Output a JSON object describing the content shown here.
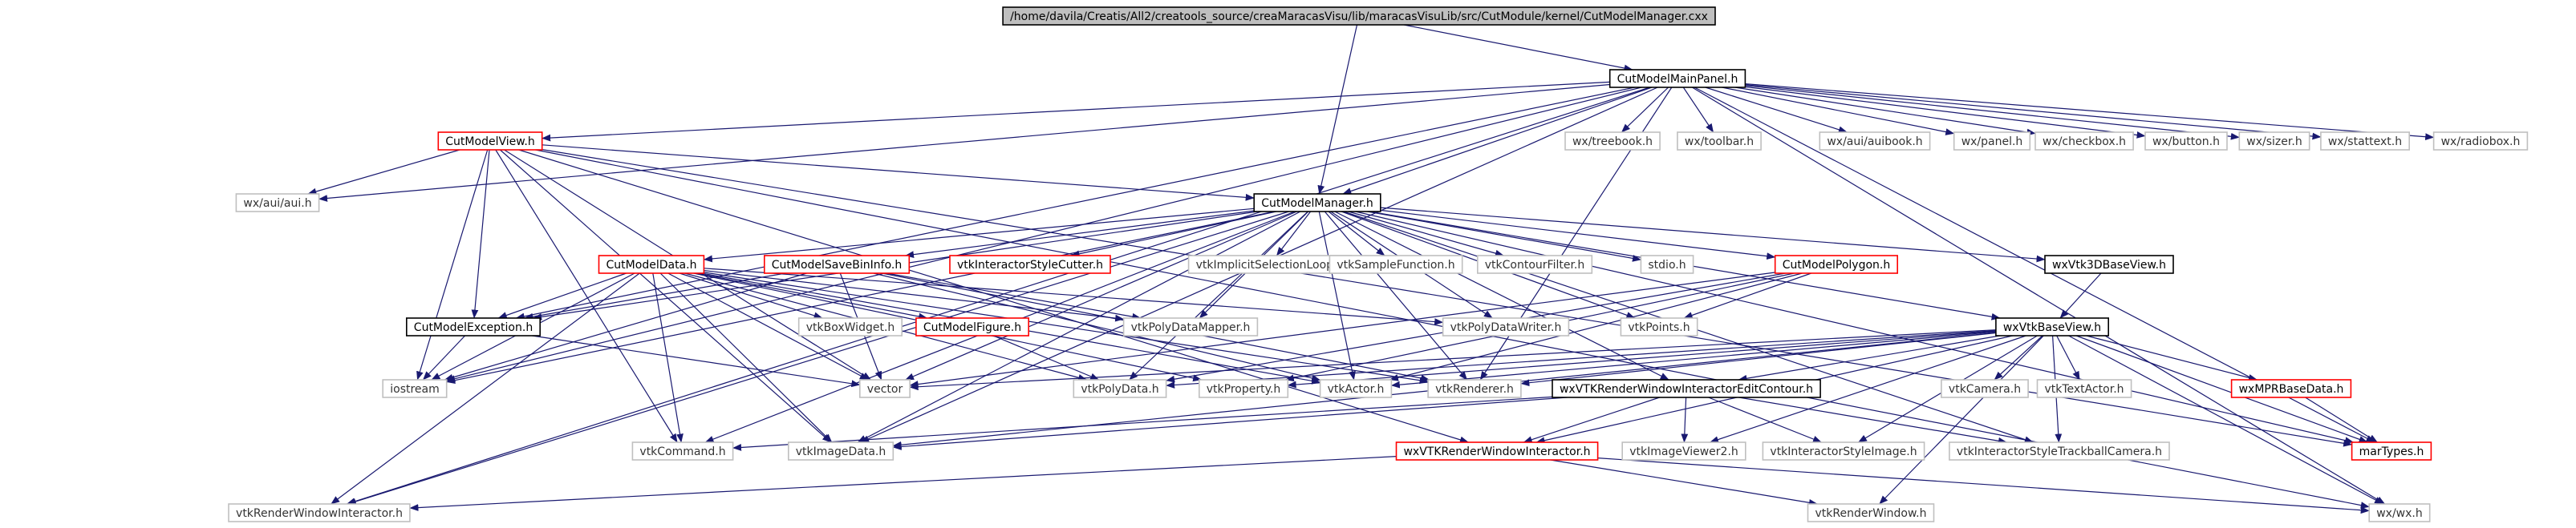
{
  "diagram": {
    "colors": {
      "edge": "#191970",
      "node_fill": "#ffffff",
      "root_fill": "#bfbfbf",
      "node_text": "#000000",
      "missing_text": "#333333",
      "border": {
        "root": "#000000",
        "documented": "#000000",
        "incomplete": "#ff0000",
        "external": "#bfbfbf"
      }
    },
    "nodes": [
      {
        "id": "root",
        "label": "/home/davila/Creatis/All2/creatools_source/creaMaracasVisu/lib/maracasVisuLib/src/CutModule/kernel/CutModelManager.cxx",
        "kind": "root"
      },
      {
        "id": "mainpanel",
        "label": "CutModelMainPanel.h",
        "kind": "documented"
      },
      {
        "id": "cmview",
        "label": "CutModelView.h",
        "kind": "incomplete"
      },
      {
        "id": "treebook",
        "label": "wx/treebook.h",
        "kind": "external"
      },
      {
        "id": "toolbar",
        "label": "wx/toolbar.h",
        "kind": "external"
      },
      {
        "id": "auibook",
        "label": "wx/aui/auibook.h",
        "kind": "external"
      },
      {
        "id": "panel",
        "label": "wx/panel.h",
        "kind": "external"
      },
      {
        "id": "checkbox",
        "label": "wx/checkbox.h",
        "kind": "external"
      },
      {
        "id": "button",
        "label": "wx/button.h",
        "kind": "external"
      },
      {
        "id": "sizer",
        "label": "wx/sizer.h",
        "kind": "external"
      },
      {
        "id": "stattext",
        "label": "wx/stattext.h",
        "kind": "external"
      },
      {
        "id": "radiobox",
        "label": "wx/radiobox.h",
        "kind": "external"
      },
      {
        "id": "aui",
        "label": "wx/aui/aui.h",
        "kind": "external"
      },
      {
        "id": "manager",
        "label": "CutModelManager.h",
        "kind": "documented"
      },
      {
        "id": "cmdata",
        "label": "CutModelData.h",
        "kind": "incomplete"
      },
      {
        "id": "savebin",
        "label": "CutModelSaveBinInfo.h",
        "kind": "incomplete"
      },
      {
        "id": "istylecutter",
        "label": "vtkInteractorStyleCutter.h",
        "kind": "incomplete"
      },
      {
        "id": "implicitsel",
        "label": "vtkImplicitSelectionLoop.h",
        "kind": "external"
      },
      {
        "id": "samplefn",
        "label": "vtkSampleFunction.h",
        "kind": "external"
      },
      {
        "id": "contour",
        "label": "vtkContourFilter.h",
        "kind": "external"
      },
      {
        "id": "stdio",
        "label": "stdio.h",
        "kind": "external"
      },
      {
        "id": "cmpolygon",
        "label": "CutModelPolygon.h",
        "kind": "incomplete"
      },
      {
        "id": "wx3d",
        "label": "wxVtk3DBaseView.h",
        "kind": "documented"
      },
      {
        "id": "cmexception",
        "label": "CutModelException.h",
        "kind": "documented"
      },
      {
        "id": "boxwidget",
        "label": "vtkBoxWidget.h",
        "kind": "external"
      },
      {
        "id": "cmfigure",
        "label": "CutModelFigure.h",
        "kind": "incomplete"
      },
      {
        "id": "pdmapper",
        "label": "vtkPolyDataMapper.h",
        "kind": "external"
      },
      {
        "id": "pdwriter",
        "label": "vtkPolyDataWriter.h",
        "kind": "external"
      },
      {
        "id": "vtkpoints",
        "label": "vtkPoints.h",
        "kind": "external"
      },
      {
        "id": "wxvtkbase",
        "label": "wxVtkBaseView.h",
        "kind": "documented"
      },
      {
        "id": "iostream",
        "label": "iostream",
        "kind": "external"
      },
      {
        "id": "vector",
        "label": "vector",
        "kind": "external"
      },
      {
        "id": "polydata",
        "label": "vtkPolyData.h",
        "kind": "external"
      },
      {
        "id": "property",
        "label": "vtkProperty.h",
        "kind": "external"
      },
      {
        "id": "actor",
        "label": "vtkActor.h",
        "kind": "external"
      },
      {
        "id": "renderer",
        "label": "vtkRenderer.h",
        "kind": "external"
      },
      {
        "id": "camera",
        "label": "vtkCamera.h",
        "kind": "external"
      },
      {
        "id": "textactor",
        "label": "vtkTextActor.h",
        "kind": "external"
      },
      {
        "id": "mprbase",
        "label": "wxMPRBaseData.h",
        "kind": "incomplete"
      },
      {
        "id": "editcontour",
        "label": "wxVTKRenderWindowInteractorEditContour.h",
        "kind": "documented"
      },
      {
        "id": "command",
        "label": "vtkCommand.h",
        "kind": "external"
      },
      {
        "id": "imagedata",
        "label": "vtkImageData.h",
        "kind": "external"
      },
      {
        "id": "imageviewer2",
        "label": "vtkImageViewer2.h",
        "kind": "external"
      },
      {
        "id": "istyleimage",
        "label": "vtkInteractorStyleImage.h",
        "kind": "external"
      },
      {
        "id": "istyletrackball",
        "label": "vtkInteractorStyleTrackballCamera.h",
        "kind": "external"
      },
      {
        "id": "martypes",
        "label": "marTypes.h",
        "kind": "incomplete"
      },
      {
        "id": "wxrwi",
        "label": "wxVTKRenderWindowInteractor.h",
        "kind": "incomplete"
      },
      {
        "id": "rwi",
        "label": "vtkRenderWindowInteractor.h",
        "kind": "external"
      },
      {
        "id": "renderwindow",
        "label": "vtkRenderWindow.h",
        "kind": "external"
      },
      {
        "id": "wxwx",
        "label": "wx/wx.h",
        "kind": "external"
      }
    ],
    "edges": [
      [
        "root",
        "mainpanel"
      ],
      [
        "root",
        "manager"
      ],
      [
        "mainpanel",
        "treebook"
      ],
      [
        "mainpanel",
        "toolbar"
      ],
      [
        "mainpanel",
        "auibook"
      ],
      [
        "mainpanel",
        "panel"
      ],
      [
        "mainpanel",
        "checkbox"
      ],
      [
        "mainpanel",
        "button"
      ],
      [
        "mainpanel",
        "sizer"
      ],
      [
        "mainpanel",
        "stattext"
      ],
      [
        "mainpanel",
        "radiobox"
      ],
      [
        "mainpanel",
        "cmview"
      ],
      [
        "mainpanel",
        "manager"
      ],
      [
        "mainpanel",
        "aui"
      ],
      [
        "mainpanel",
        "cmexception"
      ],
      [
        "mainpanel",
        "iostream"
      ],
      [
        "mainpanel",
        "imagedata"
      ],
      [
        "mainpanel",
        "rwi"
      ],
      [
        "mainpanel",
        "wxwx"
      ],
      [
        "mainpanel",
        "martypes"
      ],
      [
        "mainpanel",
        "renderer"
      ],
      [
        "cmview",
        "aui"
      ],
      [
        "cmview",
        "manager"
      ],
      [
        "cmview",
        "cmexception"
      ],
      [
        "cmview",
        "iostream"
      ],
      [
        "cmview",
        "vector"
      ],
      [
        "cmview",
        "command"
      ],
      [
        "cmview",
        "imagedata"
      ],
      [
        "cmview",
        "wxwx"
      ],
      [
        "cmview",
        "martypes"
      ],
      [
        "cmview",
        "wxrwi"
      ],
      [
        "manager",
        "cmdata"
      ],
      [
        "manager",
        "savebin"
      ],
      [
        "manager",
        "istylecutter"
      ],
      [
        "manager",
        "implicitsel"
      ],
      [
        "manager",
        "samplefn"
      ],
      [
        "manager",
        "contour"
      ],
      [
        "manager",
        "stdio"
      ],
      [
        "manager",
        "cmpolygon"
      ],
      [
        "manager",
        "wx3d"
      ],
      [
        "manager",
        "wxvtkbase"
      ],
      [
        "manager",
        "cmexception"
      ],
      [
        "manager",
        "iostream"
      ],
      [
        "manager",
        "vector"
      ],
      [
        "manager",
        "pdmapper"
      ],
      [
        "manager",
        "pdwriter"
      ],
      [
        "manager",
        "vtkpoints"
      ],
      [
        "manager",
        "polydata"
      ],
      [
        "manager",
        "actor"
      ],
      [
        "manager",
        "renderer"
      ],
      [
        "manager",
        "editcontour"
      ],
      [
        "manager",
        "rwi"
      ],
      [
        "manager",
        "istyletrackball"
      ],
      [
        "manager",
        "martypes"
      ],
      [
        "manager",
        "imagedata"
      ],
      [
        "manager",
        "command"
      ],
      [
        "cmdata",
        "cmexception"
      ],
      [
        "cmdata",
        "iostream"
      ],
      [
        "cmdata",
        "vector"
      ],
      [
        "cmdata",
        "boxwidget"
      ],
      [
        "cmdata",
        "cmfigure"
      ],
      [
        "cmdata",
        "pdmapper"
      ],
      [
        "cmdata",
        "polydata"
      ],
      [
        "cmdata",
        "property"
      ],
      [
        "cmdata",
        "actor"
      ],
      [
        "cmdata",
        "command"
      ],
      [
        "cmdata",
        "imagedata"
      ],
      [
        "cmdata",
        "rwi"
      ],
      [
        "cmdata",
        "renderer"
      ],
      [
        "cmdata",
        "pdwriter"
      ],
      [
        "savebin",
        "cmexception"
      ],
      [
        "savebin",
        "vector"
      ],
      [
        "savebin",
        "pdmapper"
      ],
      [
        "savebin",
        "actor"
      ],
      [
        "savebin",
        "renderer"
      ],
      [
        "savebin",
        "iostream"
      ],
      [
        "cmfigure",
        "polydata"
      ],
      [
        "cmexception",
        "iostream"
      ],
      [
        "cmexception",
        "vector"
      ],
      [
        "cmpolygon",
        "vtkpoints"
      ],
      [
        "cmpolygon",
        "vector"
      ],
      [
        "cmpolygon",
        "polydata"
      ],
      [
        "cmpolygon",
        "property"
      ],
      [
        "cmpolygon",
        "actor"
      ],
      [
        "wx3d",
        "wxvtkbase"
      ],
      [
        "wxvtkbase",
        "vector"
      ],
      [
        "wxvtkbase",
        "polydata"
      ],
      [
        "wxvtkbase",
        "property"
      ],
      [
        "wxvtkbase",
        "actor"
      ],
      [
        "wxvtkbase",
        "renderer"
      ],
      [
        "wxvtkbase",
        "camera"
      ],
      [
        "wxvtkbase",
        "textactor"
      ],
      [
        "wxvtkbase",
        "mprbase"
      ],
      [
        "wxvtkbase",
        "martypes"
      ],
      [
        "wxvtkbase",
        "editcontour"
      ],
      [
        "wxvtkbase",
        "wxrwi"
      ],
      [
        "wxvtkbase",
        "istyleimage"
      ],
      [
        "wxvtkbase",
        "istyletrackball"
      ],
      [
        "wxvtkbase",
        "imageviewer2"
      ],
      [
        "wxvtkbase",
        "renderwindow"
      ],
      [
        "wxvtkbase",
        "wxwx"
      ],
      [
        "wxvtkbase",
        "imagedata"
      ],
      [
        "mprbase",
        "martypes"
      ],
      [
        "editcontour",
        "command"
      ],
      [
        "editcontour",
        "imagedata"
      ],
      [
        "editcontour",
        "imageviewer2"
      ],
      [
        "editcontour",
        "istyleimage"
      ],
      [
        "editcontour",
        "istyletrackball"
      ],
      [
        "editcontour",
        "wxrwi"
      ],
      [
        "wxrwi",
        "rwi"
      ],
      [
        "wxrwi",
        "renderwindow"
      ],
      [
        "wxrwi",
        "wxwx"
      ]
    ]
  }
}
